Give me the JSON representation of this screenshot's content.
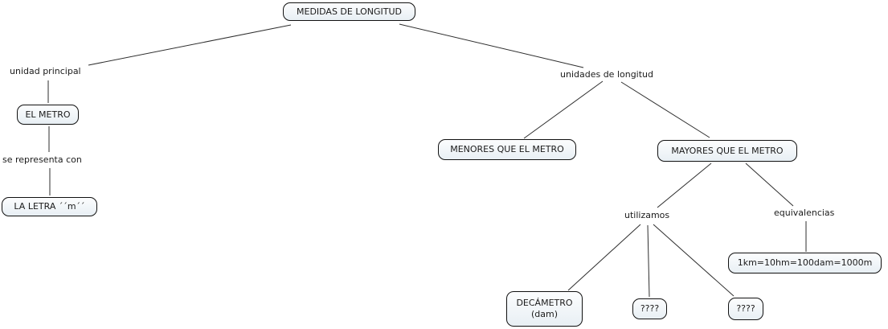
{
  "diagram": {
    "title": "MEDIDAS DE LONGITUD",
    "nodes": {
      "medidas": {
        "label": "MEDIDAS DE LONGITUD"
      },
      "el_metro": {
        "label": "EL METRO"
      },
      "la_letra": {
        "label": "LA LETRA ´´m´´"
      },
      "menores": {
        "label": "MENORES QUE EL METRO"
      },
      "mayores": {
        "label": "MAYORES QUE EL METRO"
      },
      "equiv_km": {
        "label": "1km=10hm=100dam=1000m"
      },
      "decametro": {
        "line1": "DECÁMETRO",
        "line2": "(dam)"
      },
      "q1": {
        "label": "????"
      },
      "q2": {
        "label": "????"
      }
    },
    "link_labels": {
      "unidad_principal": "unidad principal",
      "unidades_longitud": "unidades de longitud",
      "se_representa": "se representa con",
      "utilizamos": "utilizamos",
      "equivalencias": "equivalencias"
    },
    "colors": {
      "background": "#ffffff",
      "node_fill_top": "#fcfdfe",
      "node_fill_bottom": "#e8eff4",
      "node_border": "#111111",
      "connector_line": "#2e2e2e",
      "text": "#1b1b1b"
    }
  }
}
